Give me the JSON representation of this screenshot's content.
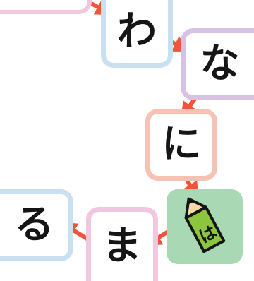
{
  "colors": {
    "arrow": "#f0543d",
    "tile_blue": "#c9e0f3",
    "tile_purple": "#d7c2e3",
    "tile_salmon": "#f6c2b4",
    "tile_pink": "#f3c6df",
    "current_tile": "#a9d8b4",
    "pencil_body": "#8cc63f",
    "glyph": "#151515"
  },
  "tiles": {
    "wa": "わ",
    "na": "な",
    "ni": "に",
    "current": "は",
    "ma": "ま",
    "ru": "る"
  },
  "current_tile_icon": "pencil-icon"
}
